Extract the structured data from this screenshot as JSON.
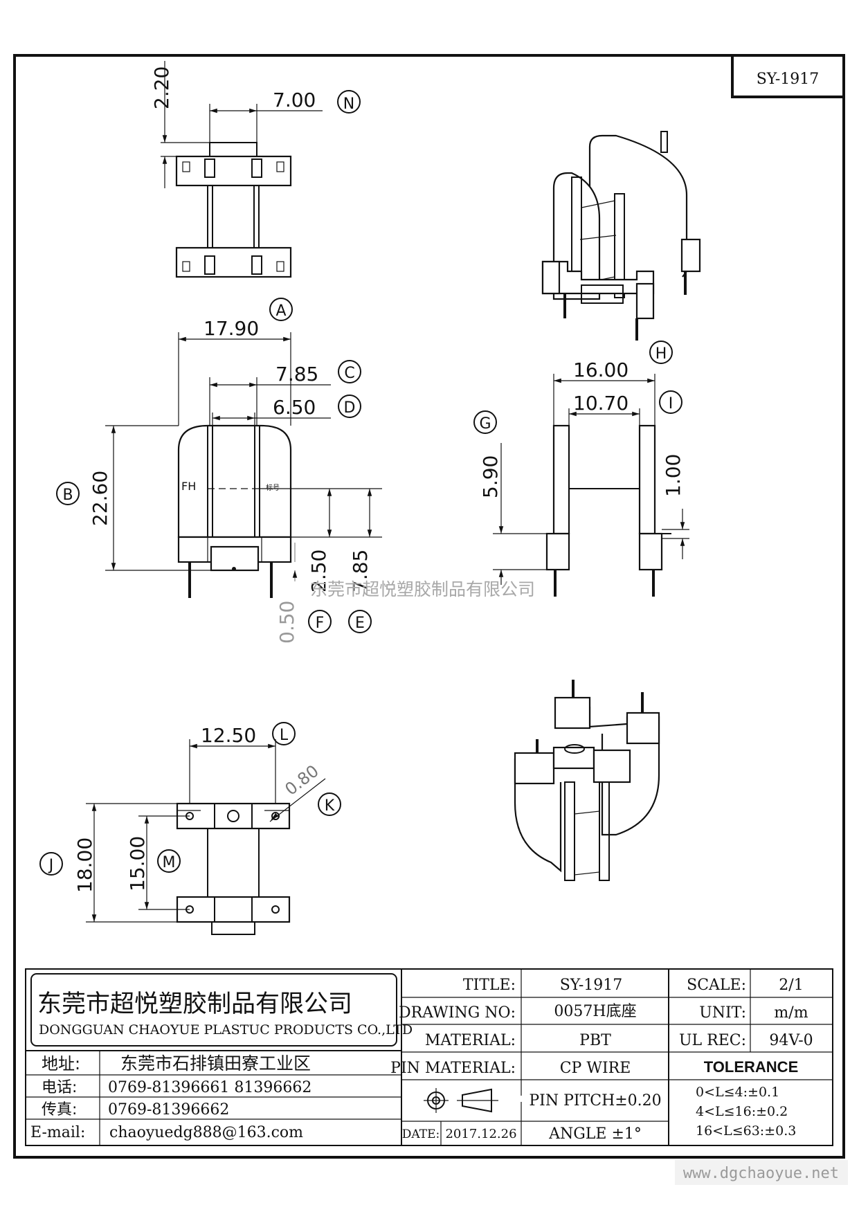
{
  "drawing": {
    "code_box": "SY-1917",
    "watermark": "东莞市超悦塑胶制品有限公司",
    "website": "www.dgchaoyue.net",
    "fh_mark": "FH",
    "small_mark": "标号"
  },
  "dimensions": {
    "top_view": {
      "d1": "7.00",
      "d1_tag": "N",
      "d2": "2.20"
    },
    "front_view": {
      "a": "17.90",
      "a_tag": "A",
      "c": "7.85",
      "c_tag": "C",
      "d": "6.50",
      "d_tag": "D",
      "b": "22.60",
      "b_tag": "B",
      "f": "2.50",
      "f_tag": "F",
      "e": "7.85",
      "e_tag": "E",
      "f2": "0.50"
    },
    "side_view": {
      "h": "16.00",
      "h_tag": "H",
      "i": "10.70",
      "i_tag": "I",
      "g": "5.90",
      "g_tag": "G",
      "j": "1.00"
    },
    "bottom_view": {
      "l": "12.50",
      "l_tag": "L",
      "k": "0.80",
      "k_tag": "K",
      "j": "18.00",
      "j_tag": "J",
      "m": "15.00",
      "m_tag": "M"
    }
  },
  "title_block": {
    "company_cn": "东莞市超悦塑胶制品有限公司",
    "company_en": "DONGGUAN CHAOYUE PLASTUC PRODUCTS CO.,LTD",
    "address_label": "地址:",
    "address": "东莞市石排镇田寮工业区",
    "phone_label": "电话:",
    "phone": "0769-81396661 81396662",
    "fax_label": "传真:",
    "fax": "0769-81396662",
    "email_label": "E-mail:",
    "email": "chaoyuedg888@163.com",
    "title_label": "TITLE:",
    "title": "SY-1917",
    "drawing_no_label": "DRAWING NO:",
    "drawing_no": "0057H底座",
    "material_label": "MATERIAL:",
    "material": "PBT",
    "pin_material_label": "PIN MATERIAL:",
    "pin_material": "CP WIRE",
    "pin_pitch": "PIN PITCH±0.20",
    "date_label": "DATE:",
    "date": "2017.12.26",
    "angle": "ANGLE ±1°",
    "scale_label": "SCALE:",
    "scale": "2/1",
    "unit_label": "UNIT:",
    "unit": "m/m",
    "ul_label": "UL REC:",
    "ul": "94V-0",
    "tolerance_label": "TOLERANCE",
    "tol1": "0<L≤4:±0.1",
    "tol2": "4<L≤16:±0.2",
    "tol3": "16<L≤63:±0.3"
  }
}
